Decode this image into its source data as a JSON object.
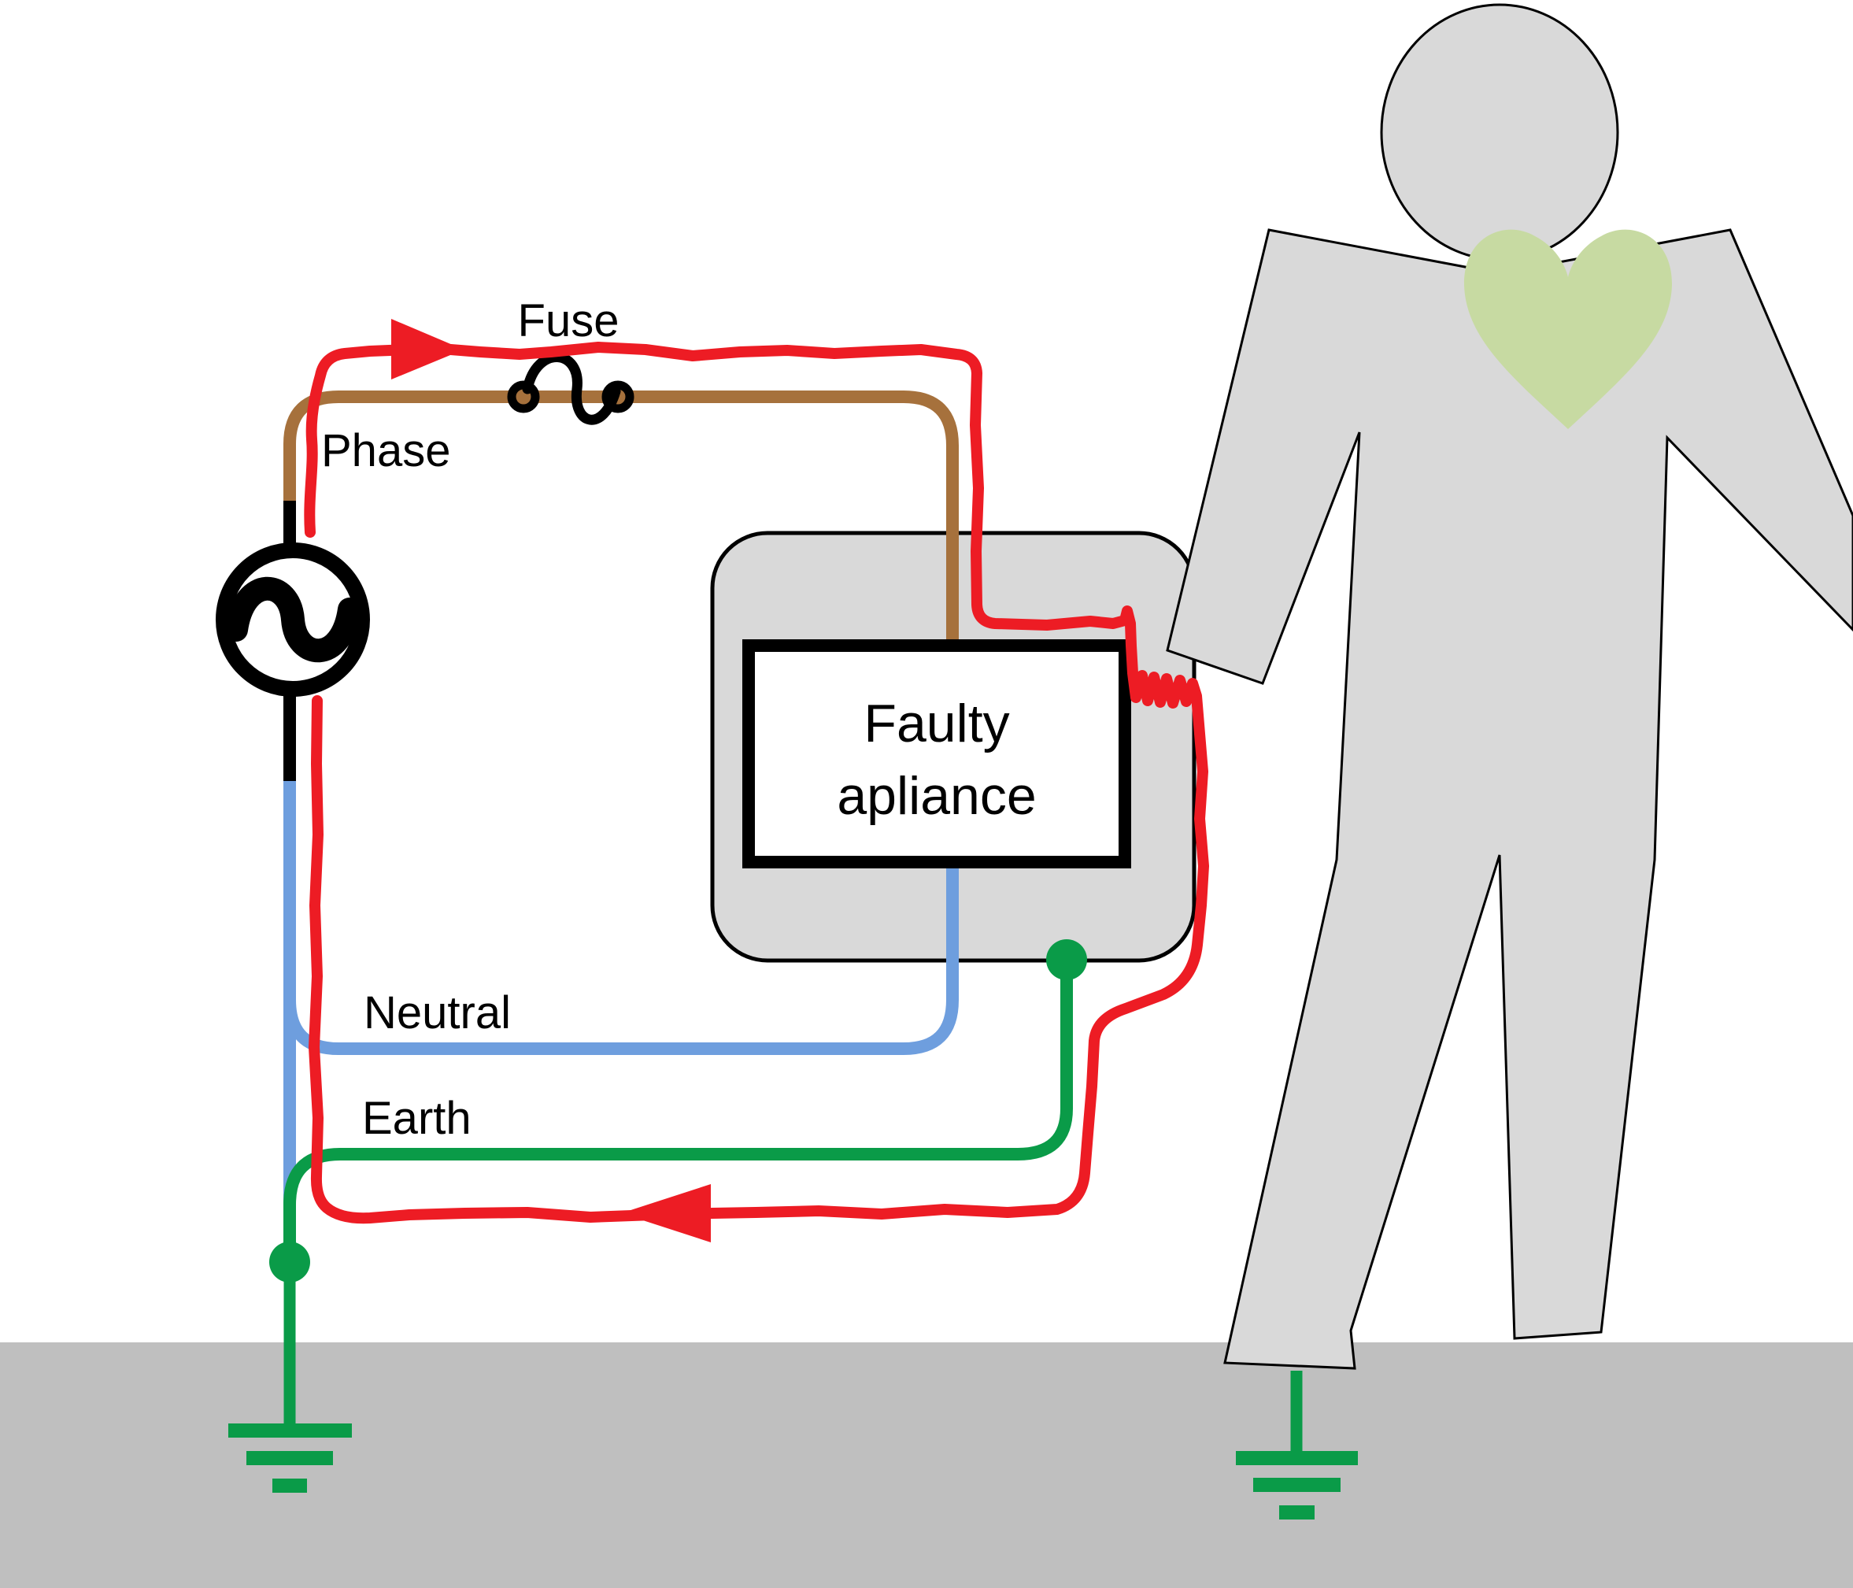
{
  "labels": {
    "fuse": "Fuse",
    "phase": "Phase",
    "neutral": "Neutral",
    "earth": "Earth",
    "appliance_line1": "Faulty",
    "appliance_line2": "apliance"
  },
  "colors": {
    "phase_wire": "#a6713c",
    "neutral_wire": "#6e9ede",
    "earth_wire": "#0a9b48",
    "fault_current": "#ed1c24",
    "wire_core": "#000000",
    "appliance_body": "#d9d9d9",
    "person_body": "#d9d9d9",
    "heart": "#c7daa2",
    "floor": "#bfbfbf"
  },
  "icons": {
    "ac_source": "ac-source-icon",
    "fuse": "fuse-icon",
    "earth_electrode": "earth-ground-icon",
    "current_arrow_right": "arrow-right-icon",
    "current_arrow_left": "arrow-left-icon",
    "heart": "heart-icon",
    "person": "person-silhouette"
  }
}
